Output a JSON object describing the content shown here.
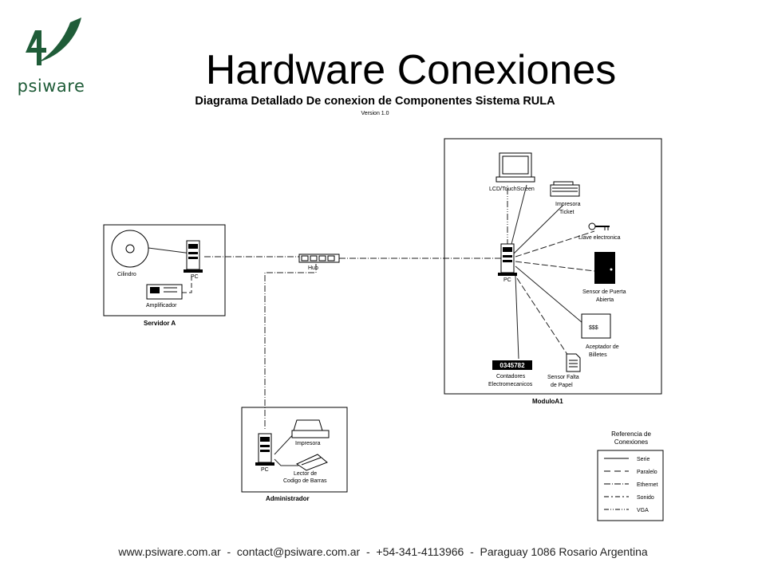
{
  "brand": {
    "name": "psiware"
  },
  "title": "Hardware Conexiones",
  "diagram": {
    "title": "Diagrama Detallado De conexion de Componentes Sistema RULA",
    "version": "Version 1.0",
    "servidor": {
      "label": "Servidor A",
      "cilindro": "Cilindro",
      "pc": "PC",
      "amplificador": "Amplificador"
    },
    "hub": "Hub",
    "modulo": {
      "label": "ModuloA1",
      "pc": "PC",
      "lcd": "LCD/TouchScreen",
      "impresora": [
        "Impresora",
        "Ticket"
      ],
      "llave": "Llave electronica",
      "sensor_puerta": [
        "Sensor de Puerta",
        "Abierta"
      ],
      "aceptador_sign": "$$$",
      "aceptador": [
        "Aceptador de",
        "Billetes"
      ],
      "sensor_papel": [
        "Sensor Falta",
        "de Papel"
      ],
      "contadores_display": "0345782",
      "contadores": [
        "Contadores",
        "Electromecanicos"
      ]
    },
    "admin": {
      "label": "Administrador",
      "pc": "PC",
      "impresora": "Impresora",
      "lector": [
        "Lector de",
        "Codigo de Barras"
      ]
    },
    "legend": {
      "title": [
        "Referencia de",
        "Conexiones"
      ],
      "items": [
        "Serie",
        "Paralelo",
        "Ethernet",
        "Sonido",
        "VGA"
      ]
    }
  },
  "footer": "www.psiware.com.ar  -  contact@psiware.com.ar  -  +54-341-4113966  -  Paraguay 1086 Rosario Argentina"
}
